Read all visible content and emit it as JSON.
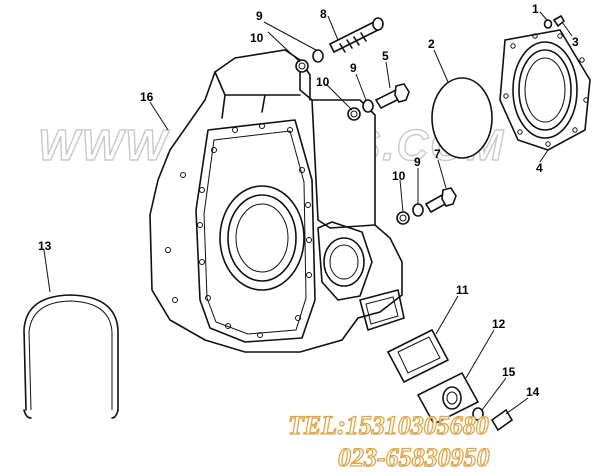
{
  "callouts": {
    "c1": "1",
    "c2": "2",
    "c3": "3",
    "c4": "4",
    "c5": "5",
    "c7": "7",
    "c8": "8",
    "c9a": "9",
    "c9b": "9",
    "c9c": "9",
    "c10a": "10",
    "c10b": "10",
    "c10c": "10",
    "c11": "11",
    "c12": "12",
    "c13": "13",
    "c14": "14",
    "c15": "15",
    "c16": "16"
  },
  "watermark": {
    "site": "WWW.CQKSGS.COM",
    "tel": "TEL:15310305680",
    "phone": "023-65830950"
  }
}
